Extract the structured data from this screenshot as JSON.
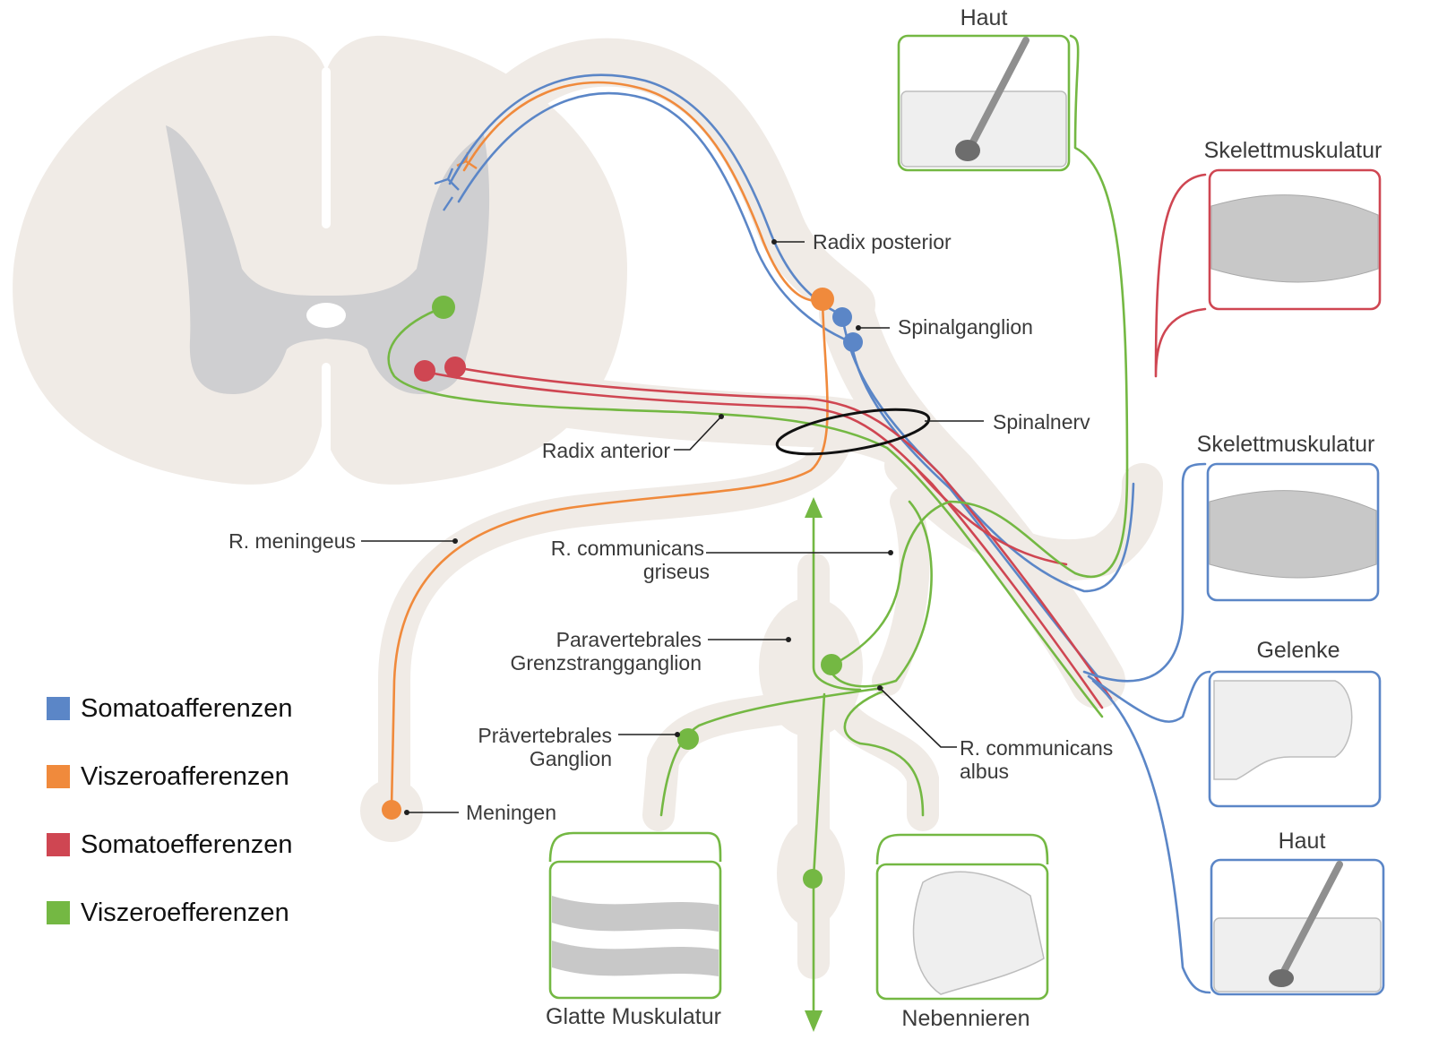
{
  "colors": {
    "somatoafferent": "#5b86c7",
    "viszeroafferent": "#f08a3c",
    "somatoefferent": "#cf4652",
    "viszeroefferent": "#74b843",
    "tissue": "#f0ebe6",
    "gray_matter": "#cfcfd1"
  },
  "labels": {
    "radix_posterior": "Radix posterior",
    "spinalganglion": "Spinalganglion",
    "spinalnerv": "Spinalnerv",
    "radix_anterior": "Radix anterior",
    "r_meningeus": "R. meningeus",
    "r_comm_griseus_1": "R. communicans",
    "r_comm_griseus_2": "griseus",
    "paravertebral_1": "Paravertebrales",
    "paravertebral_2": "Grenzstrangganglion",
    "praevertebral_1": "Prävertebrales",
    "praevertebral_2": "Ganglion",
    "r_comm_albus_1": "R. communicans",
    "r_comm_albus_2": "albus",
    "meningen": "Meningen"
  },
  "targets": {
    "haut_top": "Haut",
    "skelett_1": "Skelettmuskulatur",
    "skelett_2": "Skelettmuskulatur",
    "gelenke": "Gelenke",
    "haut_bottom": "Haut",
    "glatte_muskulatur": "Glatte Muskulatur",
    "nebennieren": "Nebennieren"
  },
  "legend": [
    {
      "label": "Somatoafferenzen",
      "color": "#5b86c7"
    },
    {
      "label": "Viszeroafferenzen",
      "color": "#f08a3c"
    },
    {
      "label": "Somatoefferenzen",
      "color": "#cf4652"
    },
    {
      "label": "Viszeroefferenzen",
      "color": "#74b843"
    }
  ]
}
